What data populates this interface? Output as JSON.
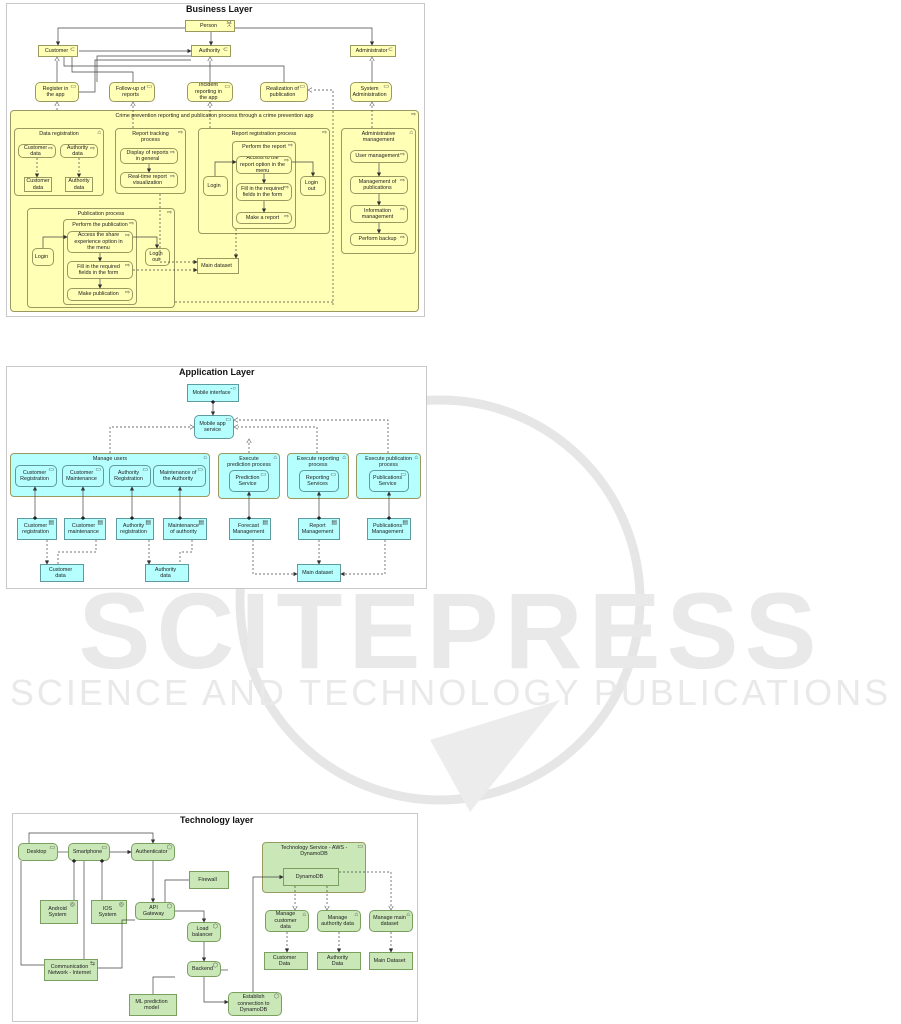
{
  "watermark": {
    "brand": "SCITEPRESS",
    "tagline": "SCIENCE AND TECHNOLOGY PUBLICATIONS"
  },
  "business": {
    "title": "Business Layer",
    "person": "Person",
    "customer": "Customer",
    "authority": "Authority",
    "administrator": "Administrator",
    "register": "Register in the app",
    "followup": "Follow-up of reports",
    "incident": "Incident reporting in the app",
    "realization": "Realization of publication",
    "sysadmin": "System Administration",
    "main_group": "Crime prevention reporting and publication process through a crime prevention app",
    "data_reg": "Data registration",
    "customer_data_fn": "Customer data",
    "authority_data_fn": "Authority data",
    "customer_data_obj": "Customer data",
    "authority_data_obj": "Authority data",
    "tracking": "Report tracking process",
    "display_reports": "Display of reports in general",
    "realtime": "Real-time report visualization",
    "report_reg": "Report registration process",
    "perform_report": "Perform the report",
    "access_report": "Access to the report option in the menu",
    "fill_report": "Fill in the required fields in the form",
    "make_report": "Make a report",
    "login": "Login",
    "logout": "Login out",
    "pub_process": "Publication process",
    "perform_pub": "Perform the publication",
    "access_share": "Access the share experience option in the menu",
    "fill_pub": "Fill in the required fields in the form",
    "make_pub": "Make publication",
    "login2": "Login",
    "logout2": "Login out",
    "main_dataset": "Main dataset",
    "admin_mgmt": "Administrative management",
    "user_mgmt": "User management",
    "pub_mgmt": "Management of publications",
    "info_mgmt": "Information management",
    "backup": "Perform backup"
  },
  "application": {
    "title": "Application Layer",
    "mobile_interface": "Mobile interface",
    "mobile_service": "Mobile app service",
    "manage_users": "Manage users",
    "cust_reg": "Customer Registration",
    "cust_maint": "Customer Maintenance",
    "auth_reg": "Authority Registration",
    "auth_maint": "Maintenance of the Authority",
    "exec_pred": "Execute prediction process",
    "pred_service": "Prediction Service",
    "exec_rep": "Execute reporting process",
    "rep_service": "Reporting Services",
    "exec_pub": "Execute publication process",
    "pub_service": "Publications Service",
    "comp_cust_reg": "Customer registration",
    "comp_cust_maint": "Customer maintenance",
    "comp_auth_reg": "Authority registration",
    "comp_auth_maint": "Maintenance of authority",
    "forecast": "Forecast Management",
    "report_mgmt": "Report Management",
    "pub_mgmt": "Publications Management",
    "customer_data": "Customer data",
    "authority_data": "Authority data",
    "main_dataset": "Main dataset"
  },
  "technology": {
    "title": "Technology layer",
    "desktop": "Desktop",
    "smartphone": "Smartphone",
    "authenticator": "Authenticator",
    "android": "Android System",
    "ios": "IOS System",
    "firewall": "Firewall",
    "api": "API Gateway",
    "load": "Load balancer",
    "backend": "Backend",
    "comm": "Communication Network - Internet",
    "ml": "ML prediction model",
    "establish": "Establish connection to DynamoDB",
    "aws": "Technology Service - AWS - DynamoDB",
    "dynamo": "DynamoDB",
    "mcd": "Manage customer data",
    "mad": "Manage authority data",
    "mmd": "Manage main dataset",
    "cd": "Customer Data",
    "ad": "Authority Data",
    "md": "Main Dataset"
  }
}
